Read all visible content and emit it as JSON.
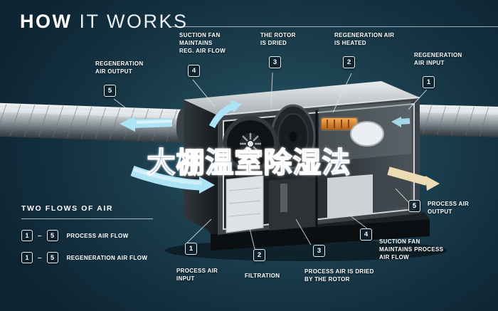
{
  "title": {
    "bold": "HOW",
    "light": "IT WORKS"
  },
  "watermark": "大棚温室除湿法",
  "callouts": {
    "reg_air_output": {
      "num": "5",
      "label": "REGENERATION\nAIR OUTPUT"
    },
    "suction_fan_reg": {
      "num": "4",
      "label": "SUCTION FAN\nMAINTAINS\nREG. AIR FLOW"
    },
    "rotor_dried": {
      "num": "3",
      "label": "THE ROTOR\nIS DRIED"
    },
    "reg_air_heated": {
      "num": "2",
      "label": "REGENERATION AIR\nIS HEATED"
    },
    "reg_air_input": {
      "num": "1",
      "label": "REGENERATION\nAIR INPUT"
    },
    "process_air_output": {
      "num": "5",
      "label": "PROCESS AIR\nOUTPUT"
    },
    "suction_fan_process": {
      "num": "4",
      "label": "SUCTION FAN\nMAINTAINS PROCESS\nAIR FLOW"
    },
    "process_air_dried": {
      "num": "3",
      "label": "PROCESS AIR IS DRIED\nBY THE ROTOR"
    },
    "filtration": {
      "num": "2",
      "label": "FILTRATION"
    },
    "process_air_input": {
      "num": "1",
      "label": "PROCESS AIR\nINPUT"
    }
  },
  "legend": {
    "heading": "TWO FLOWS OF AIR",
    "separator": "–",
    "rows": [
      {
        "from": "1",
        "to": "5",
        "label": "PROCESS AIR FLOW"
      },
      {
        "from": "1",
        "to": "5",
        "label": "REGENERATION AIR FLOW"
      }
    ]
  },
  "colors": {
    "background_teal": "#1d4252",
    "arrow_cyan": "#ade4f5",
    "arrow_beige": "#ecdcb6",
    "watermark_blue": "#1f6ad1",
    "heater_orange": "#f6ab52"
  }
}
